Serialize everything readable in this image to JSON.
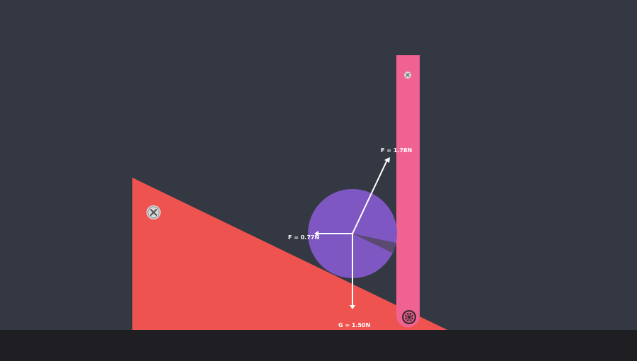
{
  "colors": {
    "background": "#343842",
    "ground": "#1f1f23",
    "wedge": "#ef5350",
    "ball": "#7e57c2",
    "ball_marker": "#5a4a72",
    "stick": "#f06292",
    "arrow": "#ffffff",
    "delete_icon": "#d8d8d8",
    "pivot": "#3a2a30"
  },
  "objects": {
    "wedge": {
      "name": "wedge",
      "delete_icon": "close-circle-icon"
    },
    "ball": {
      "name": "ball"
    },
    "stick": {
      "name": "stick",
      "delete_icon": "close-circle-icon",
      "pivot_icon": "gear-icon"
    }
  },
  "forces": {
    "contact_force": {
      "label": "F = 1.78N"
    },
    "wall_force": {
      "label": "F = 0.77N"
    },
    "gravity": {
      "label": "G = 1.50N"
    }
  }
}
